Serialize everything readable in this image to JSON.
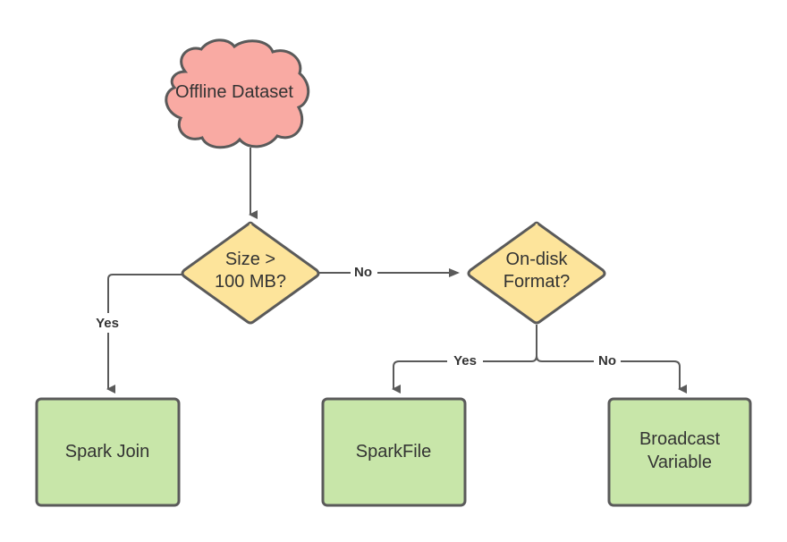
{
  "diagram": {
    "type": "flowchart",
    "nodes": {
      "offline_dataset": {
        "label": "Offline Dataset",
        "shape": "cloud",
        "fill": "#f9aaa3"
      },
      "size_decision": {
        "label_line1": "Size >",
        "label_line2": "100 MB?",
        "shape": "diamond",
        "fill": "#fde49b"
      },
      "format_decision": {
        "label_line1": "On-disk",
        "label_line2": "Format?",
        "shape": "diamond",
        "fill": "#fde49b"
      },
      "spark_join": {
        "label": "Spark Join",
        "shape": "rectangle",
        "fill": "#c8e6a9"
      },
      "spark_file": {
        "label": "SparkFile",
        "shape": "rectangle",
        "fill": "#c8e6a9"
      },
      "broadcast_variable": {
        "label_line1": "Broadcast",
        "label_line2": "Variable",
        "shape": "rectangle",
        "fill": "#c8e6a9"
      }
    },
    "edges": {
      "dataset_to_size": {
        "from": "offline_dataset",
        "to": "size_decision",
        "label": ""
      },
      "size_yes": {
        "from": "size_decision",
        "to": "spark_join",
        "label": "Yes"
      },
      "size_no": {
        "from": "size_decision",
        "to": "format_decision",
        "label": "No"
      },
      "format_yes": {
        "from": "format_decision",
        "to": "spark_file",
        "label": "Yes"
      },
      "format_no": {
        "from": "format_decision",
        "to": "broadcast_variable",
        "label": "No"
      }
    },
    "colors": {
      "stroke": "#5a5a5a",
      "text": "#333333",
      "cloud_fill": "#f9aaa3",
      "diamond_fill": "#fde49b",
      "rect_fill": "#c8e6a9"
    }
  }
}
